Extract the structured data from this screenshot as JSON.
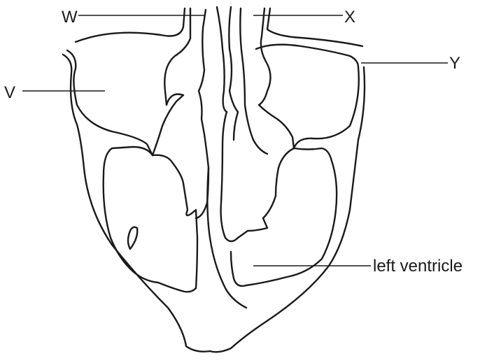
{
  "labels": {
    "w": "W",
    "x": "X",
    "y": "Y",
    "v": "V",
    "left_ventricle": "left ventricle"
  }
}
